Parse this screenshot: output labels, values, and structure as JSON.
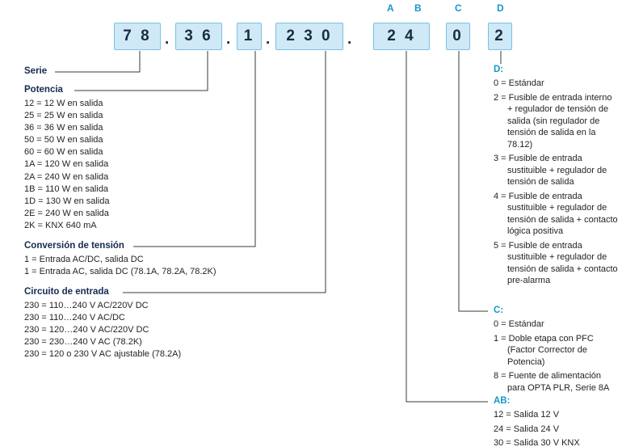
{
  "code": {
    "separator": ".",
    "boxes": [
      {
        "digits": "7 8"
      },
      {
        "digits": "3 6"
      },
      {
        "digits": "1"
      },
      {
        "digits": "2 3 0"
      },
      {
        "digits": "2 4"
      },
      {
        "digits": "0"
      },
      {
        "digits": "2"
      }
    ],
    "letters": [
      "A",
      "B",
      "C",
      "D"
    ]
  },
  "left_sections": [
    {
      "title": "Serie",
      "items": []
    },
    {
      "title": "Potencia",
      "items": [
        "12 = 12 W en salida",
        "25 = 25 W en salida",
        "36 = 36 W en salida",
        "50 = 50 W en salida",
        "60 = 60 W en salida",
        "1A = 120 W en salida",
        "2A = 240 W en salida",
        "1B = 110 W en salida",
        "1D = 130 W en salida",
        "2E = 240 W en salida",
        "2K = KNX 640 mA"
      ]
    },
    {
      "title": "Conversión de tensión",
      "items": [
        "1 = Entrada AC/DC, salida DC",
        "1 = Entrada AC, salida DC (78.1A, 78.2A, 78.2K)"
      ]
    },
    {
      "title": "Circuito de entrada",
      "items": [
        "230 = 110…240 V AC/220V DC",
        "230 = 110…240 V AC/DC",
        "230 = 120…240 V AC/220V DC",
        "230 = 230…240 V AC (78.2K)",
        "230 = 120 o 230 V AC ajustable (78.2A)"
      ]
    }
  ],
  "right_sections": [
    {
      "title": "D:",
      "items": [
        "0 = Estándar",
        "2 = Fusible de entrada interno + regulador de tensión de salida (sin regulador de tensión de salida en la 78.12)",
        "3 = Fusible de entrada sustituible + regulador de tensión de salida",
        "4 = Fusible de entrada sustituible + regulador de tensión de salida + contacto lógica positiva",
        "5 = Fusible de entrada sustituible + regulador de tensión de salida + contacto pre-alarma"
      ]
    },
    {
      "title": "C:",
      "items": [
        "0 = Estándar",
        "1 = Doble etapa con PFC (Factor Corrector de Potencia)",
        "8 = Fuente de alimentación para OPTA PLR, Serie 8A"
      ]
    },
    {
      "title": "AB:",
      "items": [
        "12 = Salida 12 V",
        "24 = Salida 24 V",
        "30 = Salida 30 V KNX"
      ]
    }
  ],
  "colors": {
    "box_fill": "#cfe9f6",
    "box_border": "#79c1e6",
    "accent": "#1697c9",
    "heading": "#16294d",
    "text": "#231f20",
    "line": "#3a3a3a"
  }
}
